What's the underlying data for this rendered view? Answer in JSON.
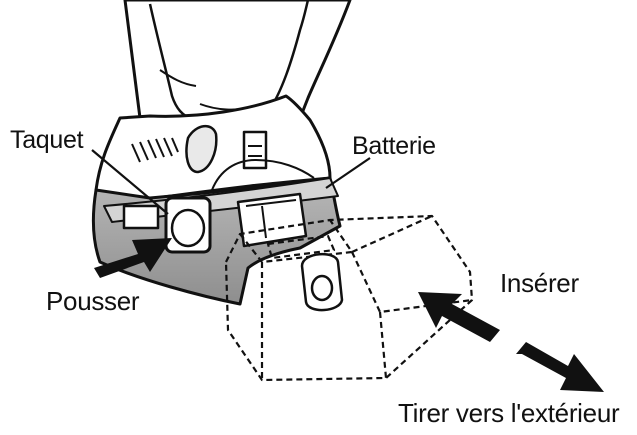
{
  "labels": {
    "taquet": "Taquet",
    "batterie": "Batterie",
    "pousser": "Pousser",
    "inserer": "Insérer",
    "tirer": "Tirer vers l'extérieur"
  },
  "colors": {
    "ink": "#111111",
    "shade_dark": "#9a9a9a",
    "shade_light": "#d4d4d4",
    "paper": "#ffffff"
  },
  "icons": {
    "push_arrow": "arrow-right-icon",
    "insert_arrow": "arrow-up-left-icon",
    "pull_arrow": "arrow-down-right-icon"
  }
}
